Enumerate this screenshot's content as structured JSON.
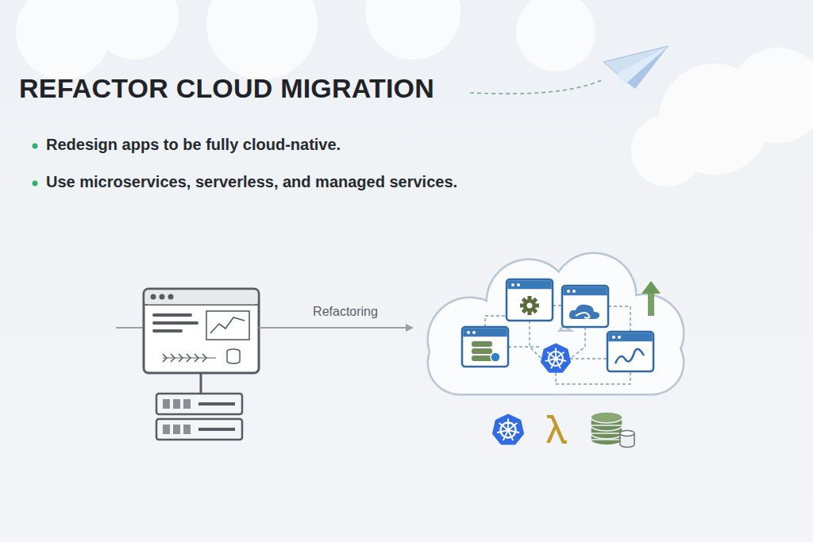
{
  "diagram": {
    "title": "REFACTOR CLOUD MIGRATION",
    "labels": [
      "Redesign apps to be fully cloud-native.",
      "Use microservices, serverless, and managed services.",
      "Refactoring"
    ]
  }
}
